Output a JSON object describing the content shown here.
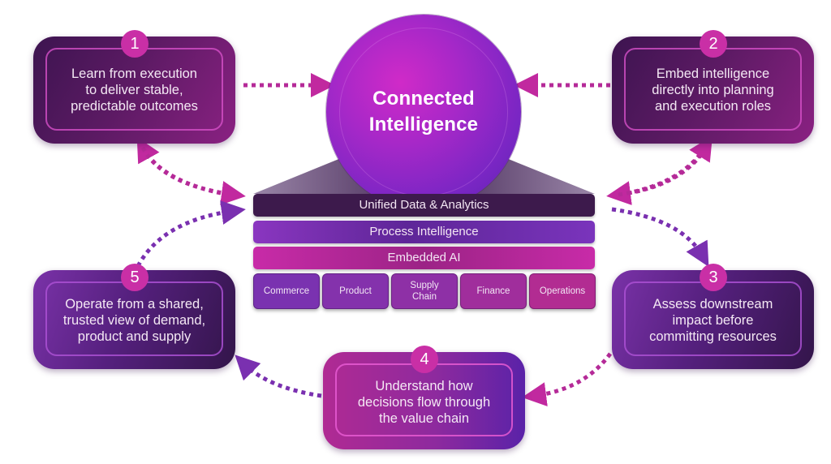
{
  "center": {
    "title_line1": "Connected",
    "title_line2": "Intelligence"
  },
  "layers": [
    {
      "label": "Unified Data & Analytics"
    },
    {
      "label": "Process Intelligence"
    },
    {
      "label": "Embedded AI"
    }
  ],
  "domains": [
    {
      "line1": "Commerce",
      "line2": ""
    },
    {
      "line1": "Product",
      "line2": ""
    },
    {
      "line1": "Supply",
      "line2": "Chain"
    },
    {
      "line1": "Finance",
      "line2": ""
    },
    {
      "line1": "Operations",
      "line2": ""
    }
  ],
  "steps": [
    {
      "number": "1",
      "lines": [
        "Learn from execution",
        "to deliver stable,",
        "predictable outcomes"
      ]
    },
    {
      "number": "2",
      "lines": [
        "Embed intelligence",
        "directly into planning",
        "and execution roles"
      ]
    },
    {
      "number": "3",
      "lines": [
        "Assess downstream",
        "impact before",
        "committing resources"
      ]
    },
    {
      "number": "4",
      "lines": [
        "Understand how",
        "decisions flow through",
        "the value chain"
      ]
    },
    {
      "number": "5",
      "lines": [
        "Operate from a shared,",
        "trusted view of demand,",
        "product and supply"
      ]
    }
  ],
  "colors": {
    "magenta": "#c1299f",
    "purple": "#7a30b0",
    "dark_plum": "#3d1a4c"
  }
}
